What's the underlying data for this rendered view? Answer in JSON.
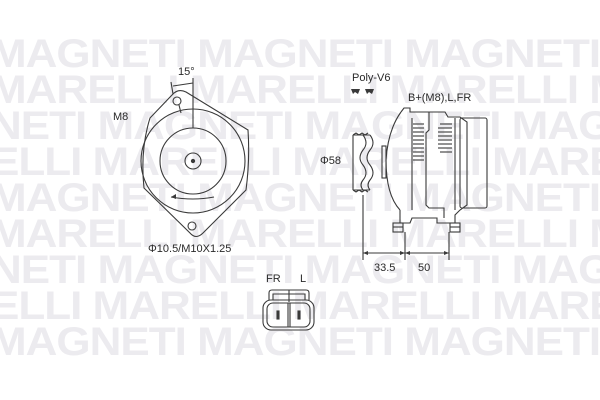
{
  "watermark": {
    "rows": [
      "MAGNETI MAGNETI MAGNETI MAGNETI",
      "MARELLI MARELLI MARELLI MARELLI",
      "NETI MAGNETI MAGNETI MAGNETI MAG",
      "ELLI MARELLI MARELLI MARELLI MAR",
      "MAGNETI MAGNETI MAGNETI MAGNETI",
      "MARELLI MARELLI MARELLI MARELLI",
      "NETI MAGNETI MAGNETI MAGNETI MAG",
      "ELLI MARELLI MARELLI MARELLI MAR",
      "MAGNETI MAGNETI MAGNETI MAGNETI"
    ],
    "color": "#ecebef"
  },
  "front_view": {
    "angle_label": "15°",
    "mount_label": "M8",
    "bolt_label": "Φ10.5/M10X1.25"
  },
  "side_view": {
    "pulley_type_label": "Poly-V6",
    "terminals_label": "B+(M8),L,FR",
    "pulley_diameter_label": "Φ58",
    "dimension_front_label": "33.5",
    "dimension_rear_label": "50"
  },
  "connector": {
    "pin_labels": [
      "FR",
      "L"
    ]
  },
  "colors": {
    "line": "#3a3a3a",
    "text": "#2a2a2a"
  }
}
